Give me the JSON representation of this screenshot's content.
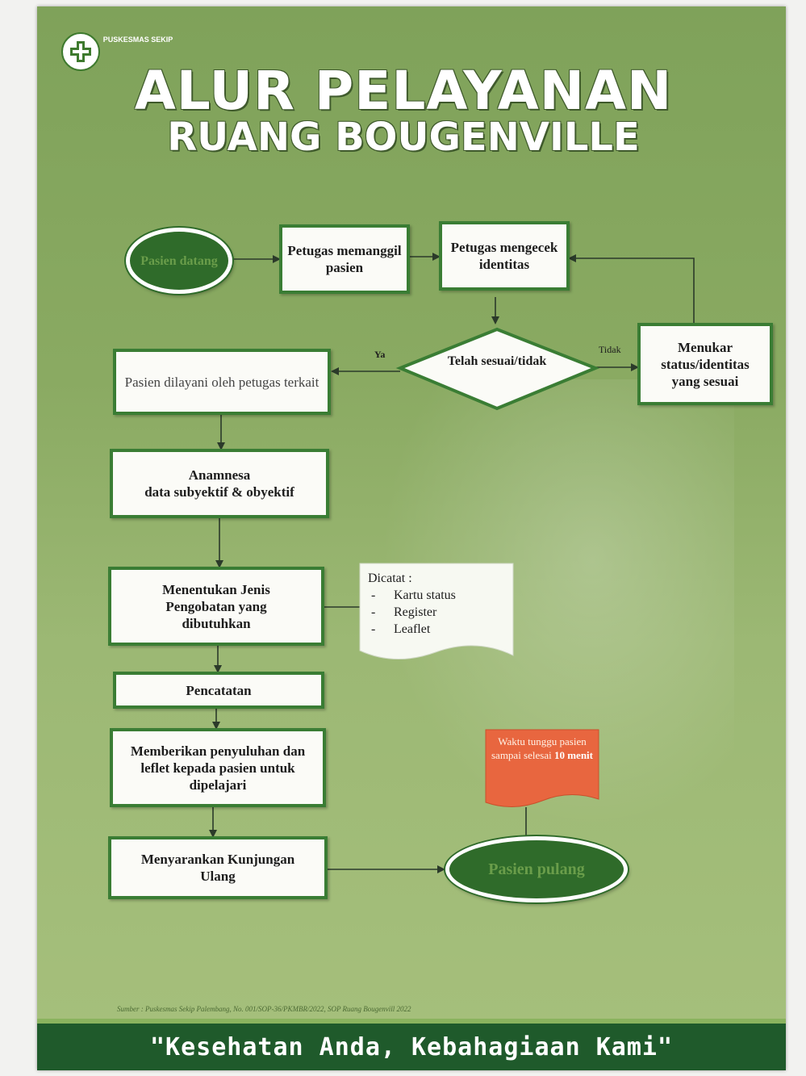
{
  "header": {
    "logo_text": "PUSKESMAS SEKIP",
    "title_line1": "ALUR PELAYANAN",
    "title_line2": "RUANG BOUGENVILLE"
  },
  "flow": {
    "start": "Pasien datang",
    "call": "Petugas memanggil pasien",
    "check": "Petugas mengecek identitas",
    "decision": "Telah sesuai/tidak",
    "label_yes": "Ya",
    "label_no": "Tidak",
    "swap": "Menukar status/identitas yang sesuai",
    "served": "Pasien dilayani oleh petugas terkait",
    "anamnesis_line1": "Anamnesa",
    "anamnesis_line2": "data subyektif & obyektif",
    "treatment": "Menentukan Jenis Pengobatan yang dibutuhkan",
    "recording": "Pencatatan",
    "education": "Memberikan penyuluhan dan leflet kepada pasien untuk dipelajari",
    "revisit": "Menyarankan Kunjungan Ulang",
    "end": "Pasien pulang"
  },
  "note": {
    "title": "Dicatat :",
    "items": [
      "Kartu status",
      "Register",
      "Leaflet"
    ]
  },
  "wait_note": {
    "prefix": "Waktu tunggu pasien sampai selesai",
    "emphasis": "10 menit"
  },
  "source": "Sumber : Puskesmas Sekip Palembang, No. 001/SOP-36/PKMBR/2022, SOP Ruang Bougenvill 2022",
  "footer": {
    "motto": "\"Kesehatan Anda, Kebahagiaan Kami\""
  },
  "colors": {
    "background": "#8aaa62",
    "box_border": "#3a7d34",
    "oval_fill": "#2f6b2a",
    "footer": "#1f5a2b",
    "wait_note": "#e8663f"
  }
}
